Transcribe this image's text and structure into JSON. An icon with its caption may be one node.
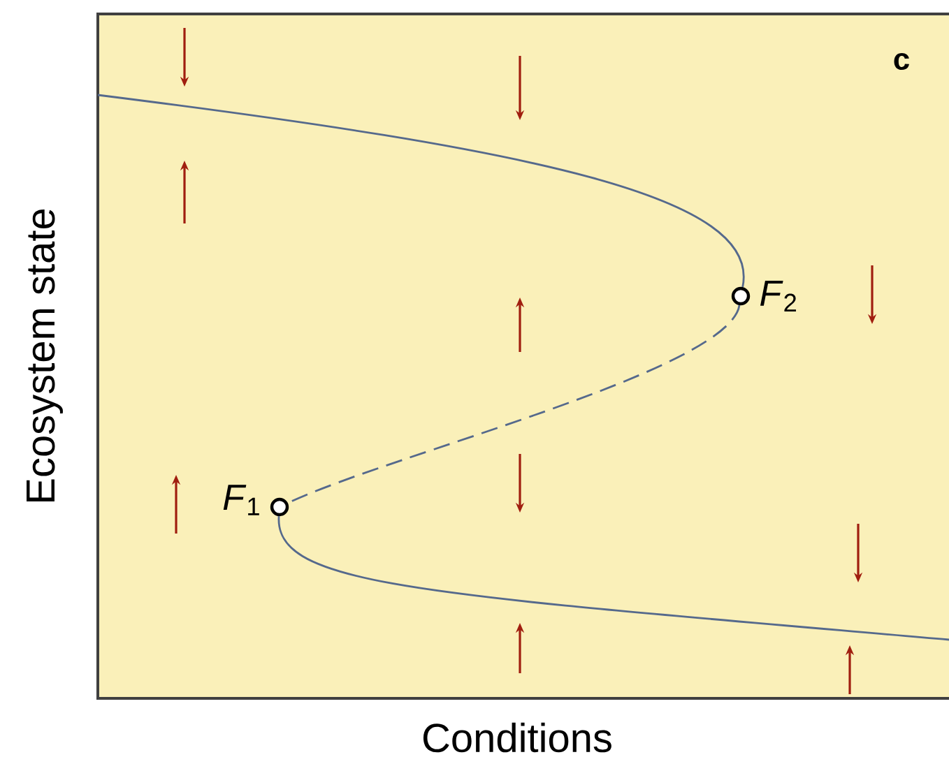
{
  "diagram": {
    "nodes": [
      {
        "text": [],
        "shape": "circle",
        "beside": [
          "*F*$_{2}$"
        ]
      },
      {
        "text": [],
        "shape": "circle",
        "beside": [
          "*F*$_{1}$"
        ]
      }
    ],
    "edges": [
      {
        "from": null,
        "to": 0,
        "arrow": "none"
      },
      {
        "from": 0,
        "to": 1,
        "arrow": "none",
        "style": "dashed"
      },
      {
        "from": 1,
        "to": null,
        "arrow": "none"
      }
    ],
    "labels": [
      "c",
      "Ecosystem state",
      "Conditions"
    ]
  }
}
